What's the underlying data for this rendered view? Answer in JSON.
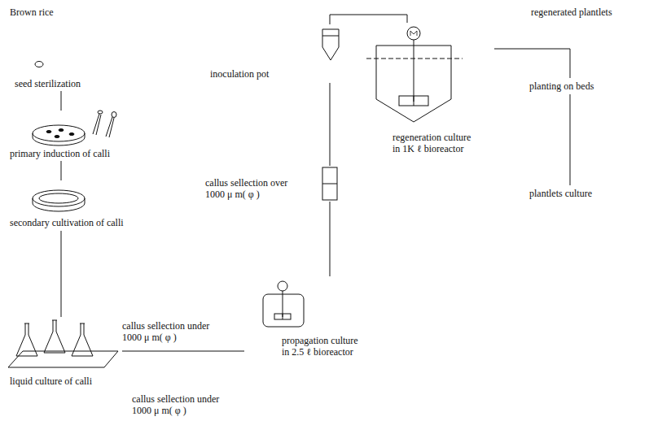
{
  "diagram": {
    "nodes": [
      {
        "text": [
          "seed sterilization"
        ]
      },
      {
        "text": [
          "primary induction of calli"
        ]
      },
      {
        "text": [
          "secondary cultivation of calli"
        ]
      },
      {
        "text": [
          "liquid culture of calli"
        ]
      },
      {
        "text": [
          "propagation culture in 2.5 ℓ bioreactor"
        ]
      },
      {
        "text": [
          "callus sellection over 1000 μ m( φ )"
        ]
      },
      {
        "text": [
          "inoculation pot"
        ]
      },
      {
        "text": [
          "regeneration culture in 1K ℓ bioreactor"
        ]
      },
      {
        "text": [
          "planting on beds"
        ]
      },
      {
        "text": [
          "plantlets culture"
        ]
      }
    ],
    "edges": [
      {
        "from": 0,
        "to": 1,
        "arrow": "none"
      },
      {
        "from": 1,
        "to": 2,
        "arrow": "none"
      },
      {
        "from": 2,
        "to": 3,
        "arrow": "none"
      },
      {
        "from": 3,
        "to": 4,
        "arrow": "none"
      },
      {
        "from": 4,
        "to": 5,
        "arrow": "none"
      },
      {
        "from": 5,
        "to": 6,
        "arrow": "none"
      },
      {
        "from": 6,
        "to": 7,
        "arrow": "none"
      },
      {
        "from": 7,
        "to": 8,
        "arrow": "none"
      },
      {
        "from": 8,
        "to": 9,
        "arrow": "none"
      }
    ],
    "labels": [
      "Brown rice",
      "regenerated plantlets",
      "callus sellection under 1000 μ m( φ )",
      "callus sellection under 1000 μ m( φ )"
    ]
  }
}
